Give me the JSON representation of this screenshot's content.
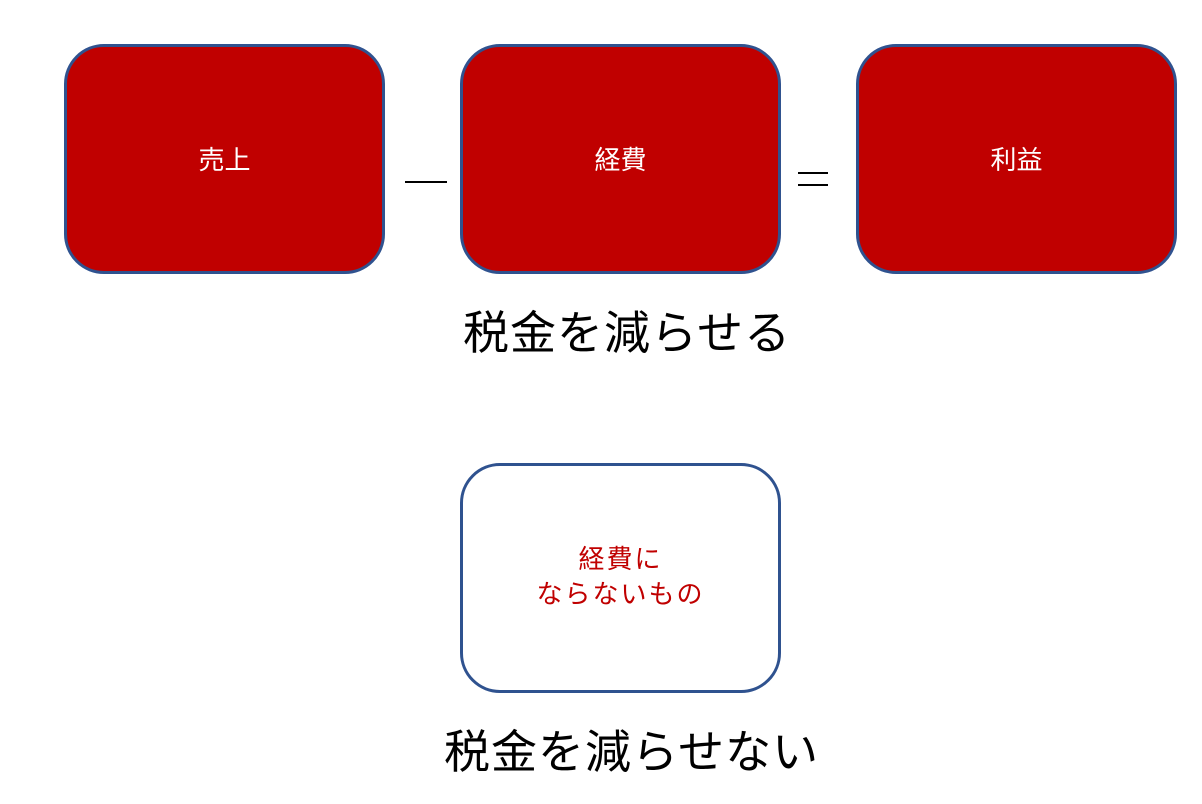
{
  "formula": {
    "sales_label": "売上",
    "expense_label": "経費",
    "profit_label": "利益",
    "minus_symbol": "—",
    "equals_symbol": "="
  },
  "caption_top": "税金を減らせる",
  "non_expense": {
    "line1": "経費に",
    "line2": "ならないもの"
  },
  "caption_bottom": "税金を減らせない",
  "colors": {
    "box_fill": "#c00000",
    "box_border": "#2f528f",
    "box_text": "#ffffff",
    "hollow_text": "#c00000"
  }
}
